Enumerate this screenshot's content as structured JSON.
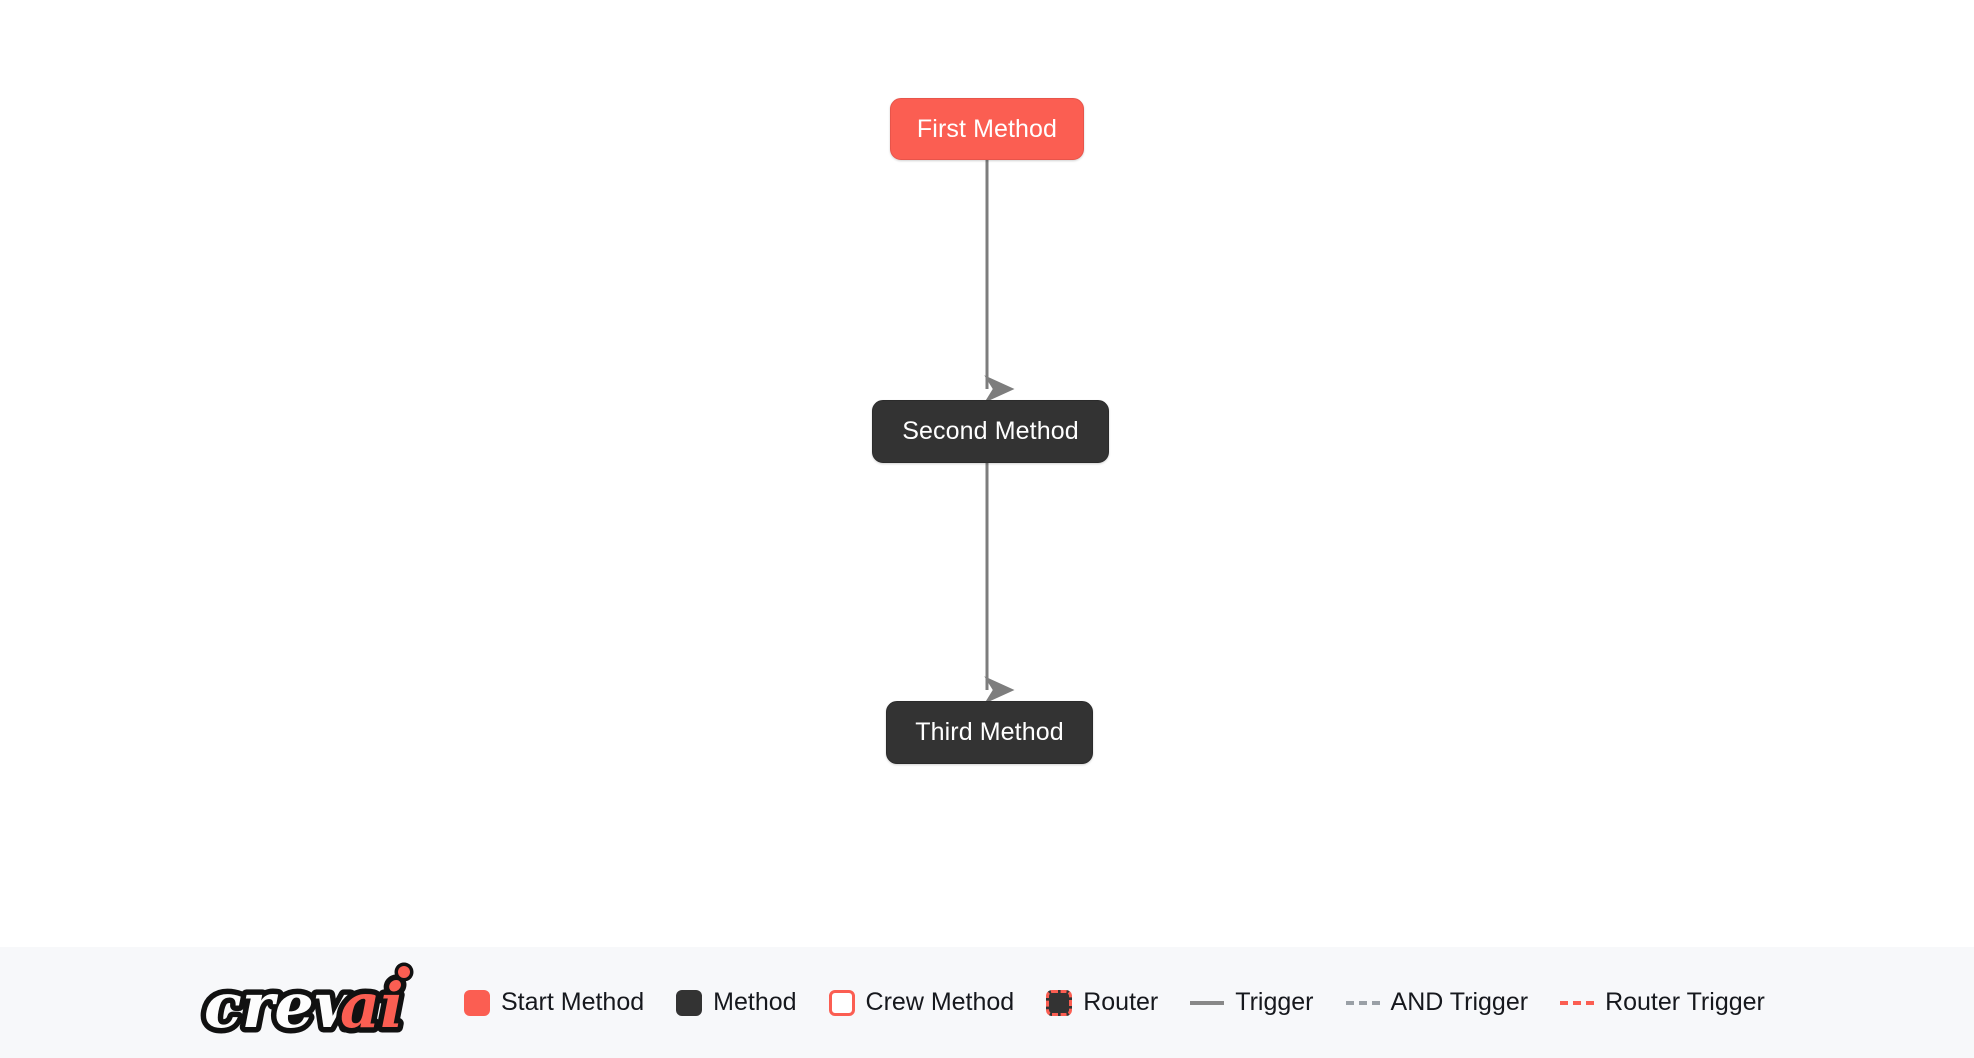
{
  "canvas": {
    "background_color": "#ffffff",
    "nodes": [
      {
        "id": "first",
        "label": "First Method",
        "type": "start-method",
        "color": "#fb5e52"
      },
      {
        "id": "second",
        "label": "Second Method",
        "type": "method",
        "color": "#333333"
      },
      {
        "id": "third",
        "label": "Third Method",
        "type": "method",
        "color": "#333333"
      }
    ],
    "edges": [
      {
        "from": "first",
        "to": "second",
        "style": "trigger",
        "color": "#888888"
      },
      {
        "from": "second",
        "to": "third",
        "style": "trigger",
        "color": "#888888"
      }
    ]
  },
  "legend": {
    "background_color": "#f7f8fa",
    "logo": {
      "text_primary": "crew",
      "text_accent": "ai",
      "accent_color": "#fb5e52"
    },
    "items": [
      {
        "label": "Start Method",
        "marker": "swatch-solid-red",
        "color": "#fb5e52"
      },
      {
        "label": "Method",
        "marker": "swatch-solid-dark",
        "color": "#333333"
      },
      {
        "label": "Crew Method",
        "marker": "swatch-outline-red",
        "color": "#fb5e52"
      },
      {
        "label": "Router",
        "marker": "swatch-dashed-router",
        "color": "#fb5e52"
      },
      {
        "label": "Trigger",
        "marker": "line-solid-gray",
        "color": "#888888"
      },
      {
        "label": "AND Trigger",
        "marker": "line-dashed-gray",
        "color": "#9aa0a6"
      },
      {
        "label": "Router Trigger",
        "marker": "line-dashed-red",
        "color": "#fb5e52"
      }
    ]
  }
}
